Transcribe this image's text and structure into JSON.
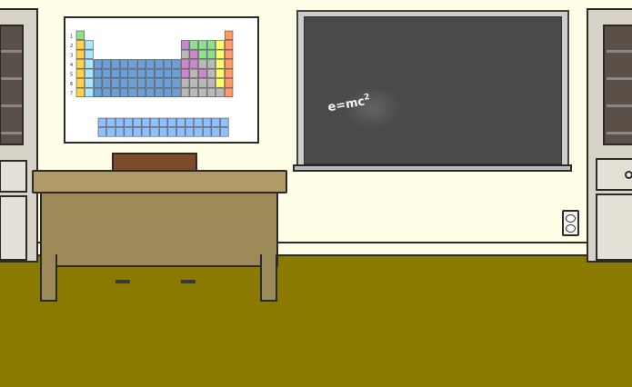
{
  "scene": {
    "name": "classroom",
    "colors": {
      "wall": "#fffde6",
      "floor": "#8a7b00",
      "chalkboard": "#4a4a4a",
      "desk_top": "#b29a66",
      "desk_body": "#9c8a59",
      "box_on_desk": "#7d4a2a",
      "cabinet": "#d6d2c6",
      "cabinet_glass": "#5a5048"
    }
  },
  "chalkboard": {
    "formula_base": "e=mc",
    "formula_exponent": "2"
  },
  "periodic_table": {
    "type": "periodic-table-poster",
    "period_labels": [
      "1",
      "2",
      "3",
      "4",
      "5",
      "6",
      "7"
    ],
    "cell_colors": {
      "nonmetal": "#8ee08e",
      "noble_gas": "#ff9966",
      "alkali_metal": "#ffd24d",
      "alkaline_earth": "#a8e8ff",
      "transition_metal": "#6b9fd6",
      "post_transition": "#b9b9b9",
      "metalloid": "#cc88cc",
      "halogen": "#ffff66",
      "f_block": "#8ebfff"
    }
  },
  "icons": {
    "outlet": "electrical-outlet-icon",
    "cabinet_knob": "knob-icon"
  }
}
